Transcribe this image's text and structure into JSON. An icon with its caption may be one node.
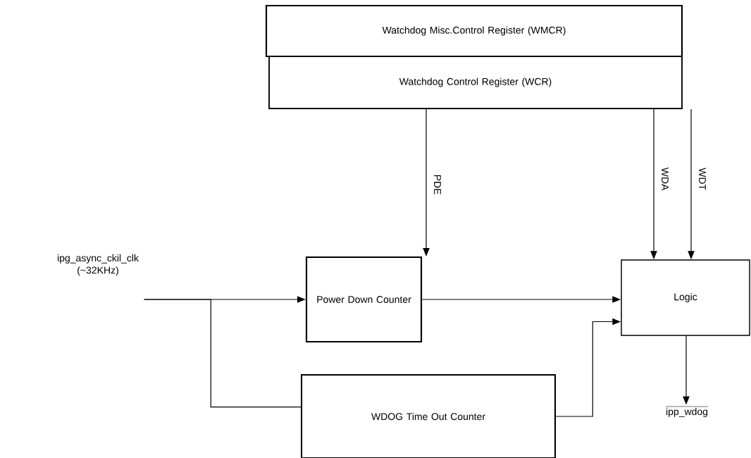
{
  "diagram": {
    "nodes": [
      {
        "text": [
          "Watchdog Misc.Control Register (WMCR)"
        ]
      },
      {
        "text": [
          "Watchdog Control Register (WCR)"
        ]
      },
      {
        "text": [
          "ipg_async_ckil_clk (~32KHz)"
        ]
      },
      {
        "text": [
          "Power Down Counter"
        ]
      },
      {
        "text": [
          "WDOG Time Out Counter"
        ]
      },
      {
        "text": [
          "Logic"
        ]
      },
      {
        "text": [
          "ipp_wdog"
        ]
      }
    ],
    "edges": [
      {
        "from": 1,
        "to": 3,
        "arrow": "to",
        "label": "PDE"
      },
      {
        "from": 1,
        "to": 5,
        "arrow": "to",
        "label": "WDA"
      },
      {
        "from": 1,
        "to": 5,
        "arrow": "to",
        "label": "WDT"
      },
      {
        "from": 2,
        "to": 3,
        "arrow": "to"
      },
      {
        "from": 2,
        "to": 4,
        "arrow": "none"
      },
      {
        "from": 3,
        "to": 5,
        "arrow": "to"
      },
      {
        "from": 4,
        "to": 5,
        "arrow": "to"
      },
      {
        "from": 5,
        "to": 6,
        "arrow": "to"
      }
    ]
  }
}
